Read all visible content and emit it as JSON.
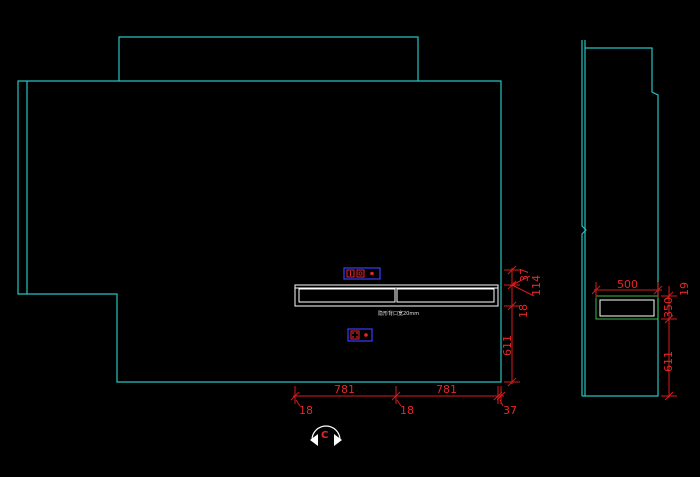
{
  "colors": {
    "background": "#000000",
    "outline": "#27c3c0",
    "dimension": "#d61b1b",
    "dimension_text": "#e82626",
    "shelf": "#ffffff",
    "shelf_side": "#3cb84a",
    "outlet": "#3a3aff"
  },
  "front_view": {
    "dims": {
      "width_left": "781",
      "width_right": "781",
      "gap_left": "18",
      "gap_mid": "18",
      "gap_right": "37",
      "vert_37": "37",
      "vert_114": "114",
      "vert_18": "18",
      "vert_611": "611"
    },
    "note": "隐形背口宽20mm"
  },
  "side_view": {
    "dims": {
      "depth": "500",
      "vert_19": "19",
      "vert_350": "350",
      "vert_611": "611"
    }
  },
  "view_marker": {
    "label": "C",
    "icon": "view-direction-arrow-icon"
  }
}
